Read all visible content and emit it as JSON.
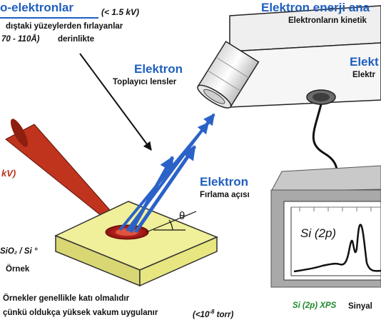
{
  "title_left": "o-elektronlar",
  "energy_limit": "(< 1.5 kV)",
  "surface_line1": "dıştaki yüzeylerden fırlayanlar",
  "depth_range": "70 - 110Å)",
  "depth_word": "derinlikte",
  "analyzer_title": "Elektron enerji ana",
  "analyzer_subtitle": "Elektronların kinetik",
  "detector_title": "Elekt",
  "detector_subtitle": "Elektr",
  "lens_title": "Elektron",
  "lens_subtitle": "Toplayıcı lensler",
  "xray_energy": "kV)",
  "angle_title": "Elektron",
  "angle_subtitle": "Fırlama açısı",
  "theta_symbol": "θ",
  "sample_material": "SiO₂ / Si °",
  "sample_word": "Örnek",
  "footer_line1": "Örnekler genellikle katı olmalıdır",
  "footer_line2": "çünkü oldukça yüksek vakum uygulanır",
  "pressure_prefix": "(<10",
  "pressure_exponent": "-8",
  "pressure_unit": " torr)",
  "spectrum_label": "Si (2p)",
  "signal_label": "Si (2p) XPS",
  "signal_word": "Sinyal",
  "colors": {
    "electron_blue": "#1f5fbf",
    "xray_red": "#c0341d",
    "sample_yellow": "#f0ef9a",
    "monitor_gray": "#a9a9a9",
    "label_green": "#1d8a2a"
  }
}
